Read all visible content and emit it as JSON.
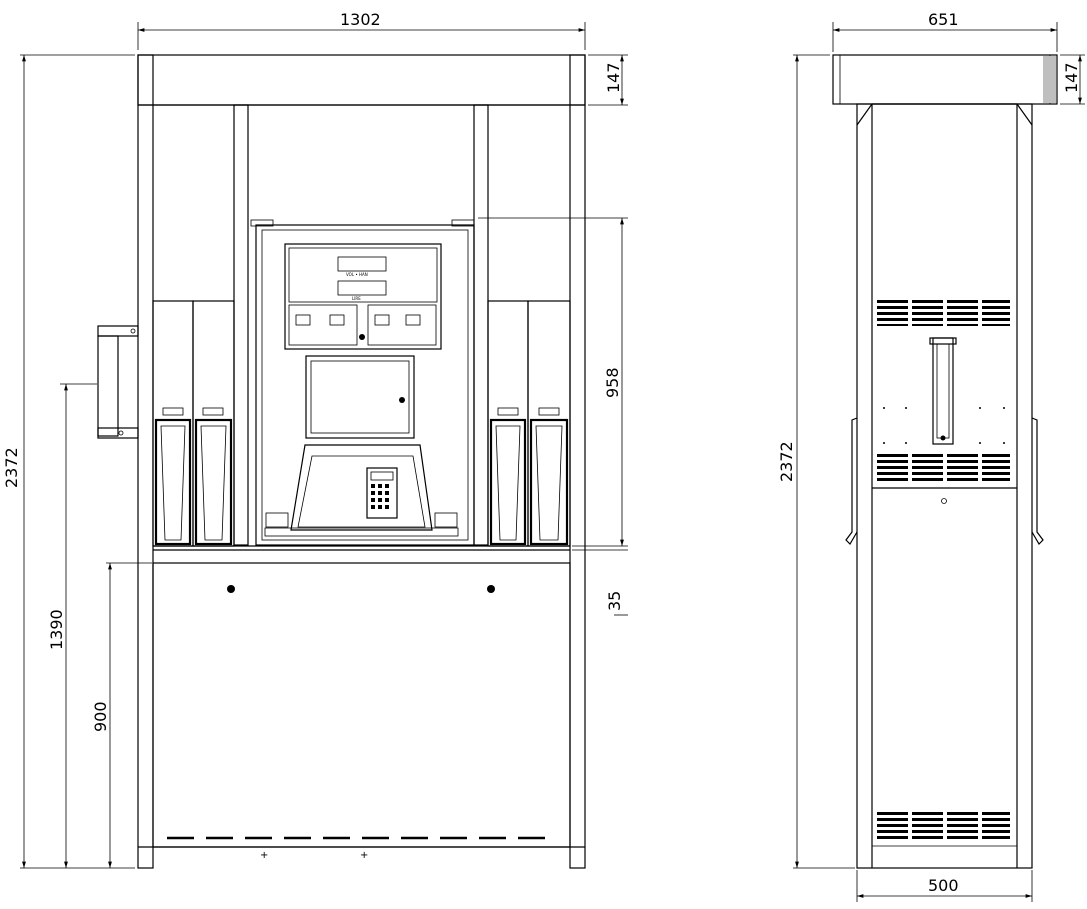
{
  "front_view": {
    "dimensions": {
      "overall_width": "1302",
      "canopy_height": "147",
      "overall_height": "2372",
      "handle_height": "1390",
      "base_height": "900",
      "display_height": "958",
      "gap": "35"
    },
    "display": {
      "volume_label": "VOL • HAN",
      "price_label": "LIRE"
    }
  },
  "side_view": {
    "dimensions": {
      "overall_depth": "651",
      "canopy_height": "147",
      "overall_height": "2372",
      "base_depth": "500"
    }
  }
}
